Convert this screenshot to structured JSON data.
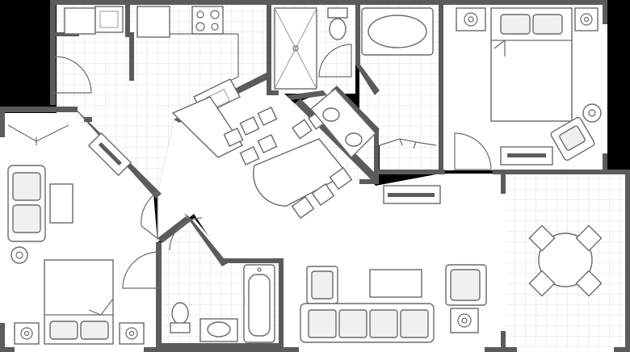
{
  "plan": {
    "kind": "floor-plan",
    "colors": {
      "background": "#000000",
      "wall": "#5b5b5b",
      "floor": "#ffffff",
      "tile_grid": "#dcdcdc",
      "fixture_stroke": "#6a6a6a"
    },
    "rooms": [
      "kitchen",
      "shower-room",
      "master-bath",
      "master-bedroom",
      "vanity-hall",
      "second-bedroom",
      "living-room",
      "dining",
      "second-bath",
      "balcony"
    ],
    "icons": [
      "sink-icon",
      "toilet-icon",
      "bathtub-icon",
      "shower-icon",
      "bed-icon",
      "sofa-icon",
      "armchair-icon",
      "table-icon",
      "chair-icon",
      "lamp-icon",
      "stove-icon",
      "door-swing-icon"
    ]
  }
}
